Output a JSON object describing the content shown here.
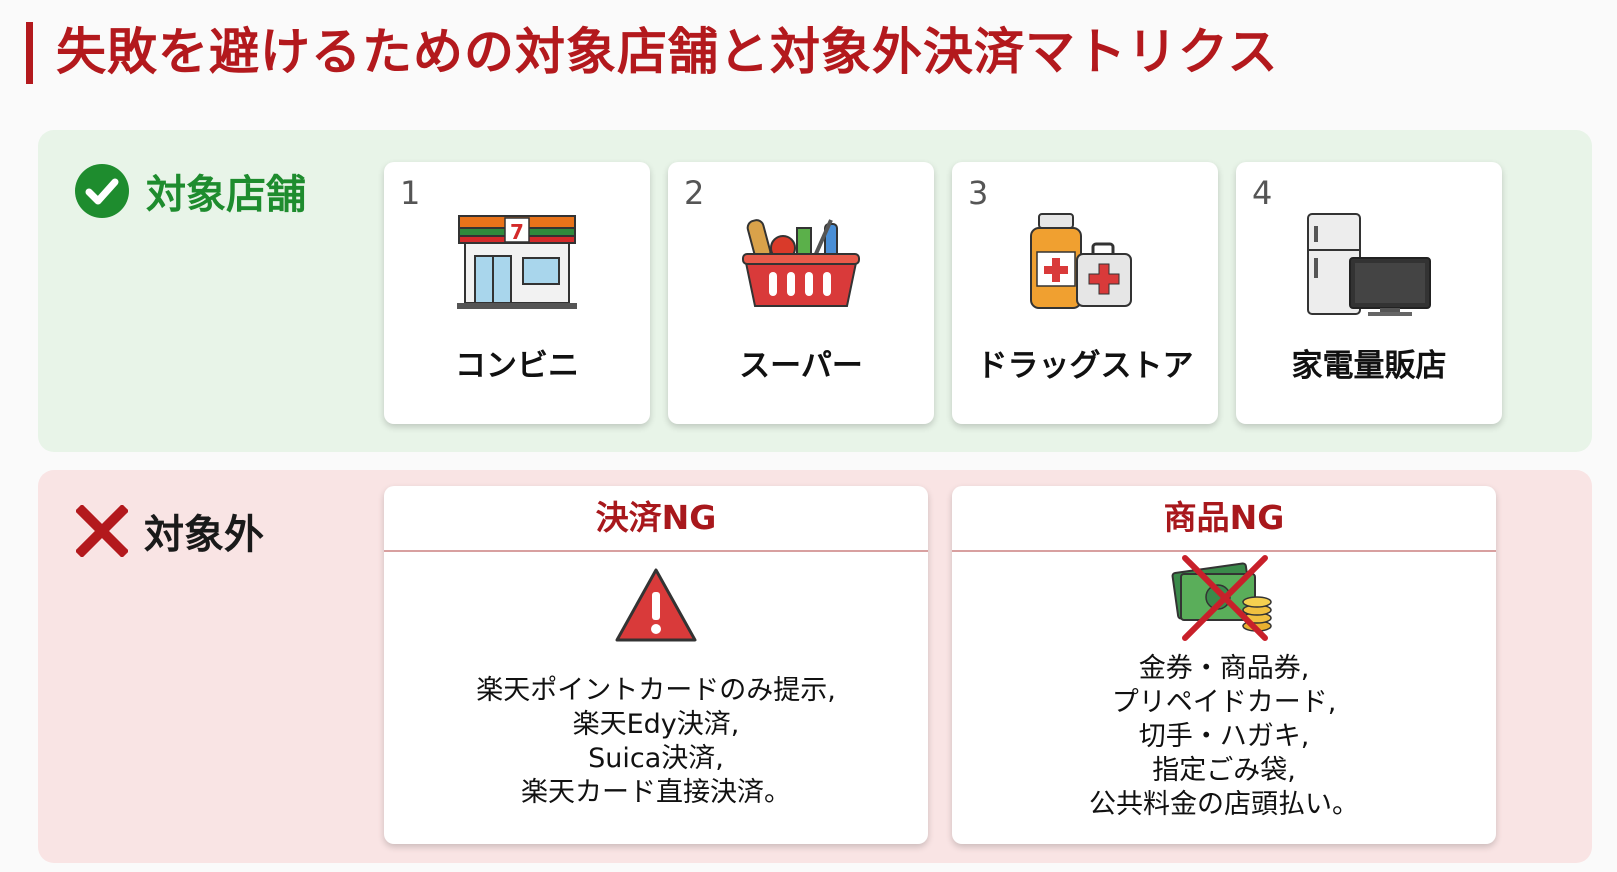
{
  "title": "失敗を避けるための対象店舗と対象外決済マトリクス",
  "eligible": {
    "label": "対象店舗",
    "stores": [
      {
        "num": "1",
        "name": "コンビニ"
      },
      {
        "num": "2",
        "name": "スーパー"
      },
      {
        "num": "3",
        "name": "ドラッグストア"
      },
      {
        "num": "4",
        "name": "家電量販店"
      }
    ]
  },
  "ineligible": {
    "label": "対象外",
    "payment_ng": {
      "title": "決済NG",
      "lines": [
        "楽天ポイントカードのみ提示,",
        "楽天Edy決済,",
        "Suica決済,",
        "楽天カード直接決済。"
      ]
    },
    "product_ng": {
      "title": "商品NG",
      "lines": [
        "金券・商品券,",
        "プリペイドカード,",
        "切手・ハガキ,",
        "指定ごみ袋,",
        "公共料金の店頭払い。"
      ]
    }
  },
  "colors": {
    "accent_red": "#b3191d",
    "green": "#1e8c2e",
    "green_band": "#e8f4e8",
    "red_band": "#f9e4e4"
  },
  "icons": [
    "check-circle-icon",
    "cross-icon",
    "convenience-store-icon",
    "shopping-basket-icon",
    "medicine-icon",
    "appliance-icon",
    "warning-icon",
    "no-money-icon"
  ]
}
